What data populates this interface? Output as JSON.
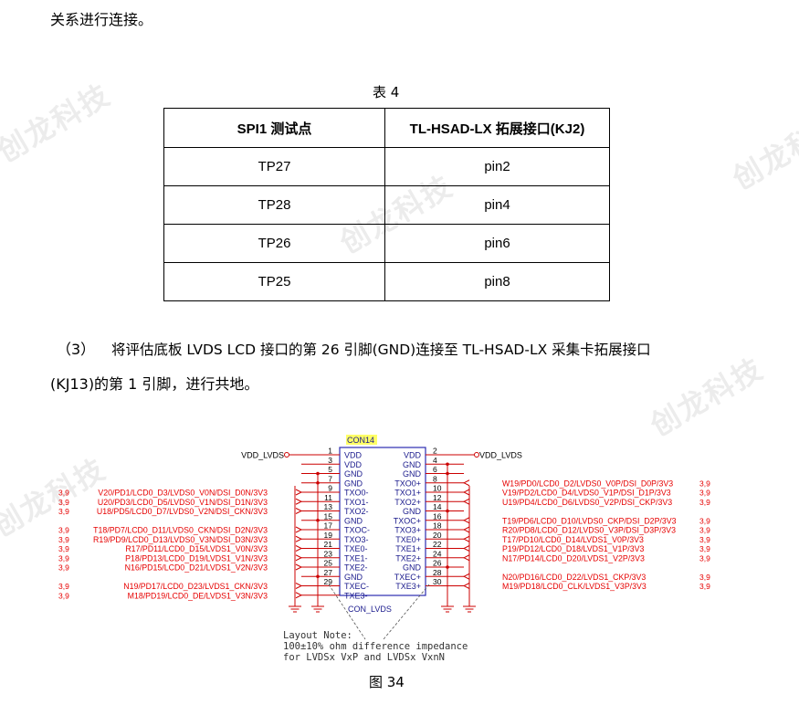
{
  "intro_line": "关系进行连接。",
  "table": {
    "caption": "表 4",
    "headers": [
      "SPI1 测试点",
      "TL-HSAD-LX 拓展接口(KJ2)"
    ],
    "rows": [
      [
        "TP27",
        "pin2"
      ],
      [
        "TP28",
        "pin4"
      ],
      [
        "TP26",
        "pin6"
      ],
      [
        "TP25",
        "pin8"
      ]
    ]
  },
  "step3": {
    "number": "（3）",
    "line1": "将评估底板 LVDS  LCD 接口的第 26 引脚(GND)连接至 TL-HSAD-LX 采集卡拓展接口",
    "line2": "(KJ13)的第 1 引脚，进行共地。"
  },
  "watermark": "创龙科技",
  "schematic": {
    "designator": "CON14",
    "part": "CON_LVDS",
    "power_net": "VDD_LVDS",
    "left_pins": [
      {
        "num": "1",
        "name": "VDD",
        "net": "VDD_LVDS",
        "ref": ""
      },
      {
        "num": "3",
        "name": "VDD",
        "net": "",
        "ref": ""
      },
      {
        "num": "5",
        "name": "GND",
        "net": "",
        "ref": ""
      },
      {
        "num": "7",
        "name": "GND",
        "net": "",
        "ref": ""
      },
      {
        "num": "9",
        "name": "TXO0-",
        "net": "V20/PD1/LCD0_D3/LVDS0_V0N/DSI_D0N/3V3",
        "ref": "3,9"
      },
      {
        "num": "11",
        "name": "TXO1-",
        "net": "U20/PD3/LCD0_D5/LVDS0_V1N/DSI_D1N/3V3",
        "ref": "3,9"
      },
      {
        "num": "13",
        "name": "TXO2-",
        "net": "U18/PD5/LCD0_D7/LVDS0_V2N/DSI_CKN/3V3",
        "ref": "3,9"
      },
      {
        "num": "15",
        "name": "GND",
        "net": "",
        "ref": ""
      },
      {
        "num": "17",
        "name": "TXOC-",
        "net": "T18/PD7/LCD0_D11/LVDS0_CKN/DSI_D2N/3V3",
        "ref": "3,9"
      },
      {
        "num": "19",
        "name": "TXO3-",
        "net": "R19/PD9/LCD0_D13/LVDS0_V3N/DSI_D3N/3V3",
        "ref": "3,9"
      },
      {
        "num": "21",
        "name": "TXE0-",
        "net": "R17/PD11/LCD0_D15/LVDS1_V0N/3V3",
        "ref": "3,9"
      },
      {
        "num": "23",
        "name": "TXE1-",
        "net": "P18/PD13/LCD0_D19/LVDS1_V1N/3V3",
        "ref": "3,9"
      },
      {
        "num": "25",
        "name": "TXE2-",
        "net": "N16/PD15/LCD0_D21/LVDS1_V2N/3V3",
        "ref": "3,9"
      },
      {
        "num": "27",
        "name": "GND",
        "net": "",
        "ref": ""
      },
      {
        "num": "29",
        "name": "TXEC-",
        "net": "N19/PD17/LCD0_D23/LVDS1_CKN/3V3",
        "ref": "3,9"
      },
      {
        "num": "",
        "name": "TXE3-",
        "net": "M18/PD19/LCD0_DE/LVDS1_V3N/3V3",
        "ref": "3,9"
      }
    ],
    "right_pins": [
      {
        "num": "2",
        "name": "VDD",
        "net": "VDD_LVDS",
        "ref": ""
      },
      {
        "num": "4",
        "name": "GND",
        "net": "",
        "ref": ""
      },
      {
        "num": "6",
        "name": "GND",
        "net": "",
        "ref": ""
      },
      {
        "num": "8",
        "name": "TXO0+",
        "net": "W19/PD0/LCD0_D2/LVDS0_V0P/DSI_D0P/3V3",
        "ref": "3,9"
      },
      {
        "num": "10",
        "name": "TXO1+",
        "net": "V19/PD2/LCD0_D4/LVDS0_V1P/DSI_D1P/3V3",
        "ref": "3,9"
      },
      {
        "num": "12",
        "name": "TXO2+",
        "net": "U19/PD4/LCD0_D6/LVDS0_V2P/DSI_CKP/3V3",
        "ref": "3,9"
      },
      {
        "num": "14",
        "name": "GND",
        "net": "",
        "ref": ""
      },
      {
        "num": "16",
        "name": "TXOC+",
        "net": "T19/PD6/LCD0_D10/LVDS0_CKP/DSI_D2P/3V3",
        "ref": "3,9"
      },
      {
        "num": "18",
        "name": "TXO3+",
        "net": "R20/PD8/LCD0_D12/LVDS0_V3P/DSI_D3P/3V3",
        "ref": "3,9"
      },
      {
        "num": "20",
        "name": "TXE0+",
        "net": "T17/PD10/LCD0_D14/LVDS1_V0P/3V3",
        "ref": "3,9"
      },
      {
        "num": "22",
        "name": "TXE1+",
        "net": "P19/PD12/LCD0_D18/LVDS1_V1P/3V3",
        "ref": "3,9"
      },
      {
        "num": "24",
        "name": "TXE2+",
        "net": "N17/PD14/LCD0_D20/LVDS1_V2P/3V3",
        "ref": "3,9"
      },
      {
        "num": "26",
        "name": "GND",
        "net": "",
        "ref": ""
      },
      {
        "num": "28",
        "name": "TXEC+",
        "net": "N20/PD16/LCD0_D22/LVDS1_CKP/3V3",
        "ref": "3,9"
      },
      {
        "num": "30",
        "name": "TXE3+",
        "net": "M19/PD18/LCD0_CLK/LVDS1_V3P/3V3",
        "ref": "3,9"
      }
    ],
    "extra_pin_numbers": [
      "",
      ""
    ],
    "layout_note": [
      "Layout Note:",
      "100±10% ohm difference impedance",
      "for LVDSx VxP and LVDSx VxnN"
    ],
    "colors": {
      "wire": "#cc0000",
      "pin": "#1a1a8c",
      "label": "#e60000",
      "box": "#2b2bb0",
      "highlight": "#ffff66"
    }
  },
  "figure_caption": "图 34"
}
